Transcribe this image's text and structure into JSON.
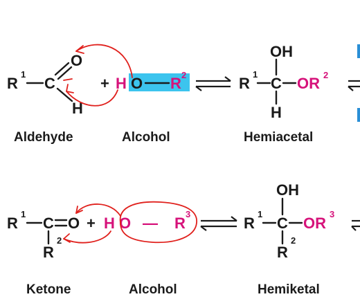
{
  "colors": {
    "black": "#1a1a1a",
    "magenta": "#d6127a",
    "highlight": "#3cc4ee",
    "annotation": "#e0201c",
    "edge_blue": "#2a8fd6"
  },
  "top_row": {
    "aldehyde": {
      "R": "R",
      "R_sup": "1",
      "C": "C",
      "O": "O",
      "H": "H"
    },
    "plus": "+",
    "alcohol": {
      "H": "H",
      "O": "O",
      "dash": "—",
      "R": "R",
      "R_sup": "2"
    },
    "hemiacetal": {
      "OH": "OH",
      "R": "R",
      "R_sup": "1",
      "C": "C",
      "OR": "OR",
      "OR_sup": "2",
      "H": "H"
    },
    "labels": {
      "aldehyde": "Aldehyde",
      "alcohol": "Alcohol",
      "hemiacetal": "Hemiacetal"
    }
  },
  "bottom_row": {
    "ketone": {
      "R1": "R",
      "R1_sup": "1",
      "C": "C",
      "O": "O",
      "R2": "R",
      "R2_sup": "2"
    },
    "plus": "+",
    "alcohol": {
      "H": "H",
      "O": "O",
      "dash": "—",
      "R": "R",
      "R_sup": "3"
    },
    "hemiketal": {
      "OH": "OH",
      "R1": "R",
      "R1_sup": "1",
      "C": "C",
      "OR": "OR",
      "OR_sup": "3",
      "R2": "R",
      "R2_sup": "2"
    },
    "labels": {
      "ketone": "Ketone",
      "alcohol": "Alcohol",
      "hemiketal": "Hemiketal"
    }
  }
}
